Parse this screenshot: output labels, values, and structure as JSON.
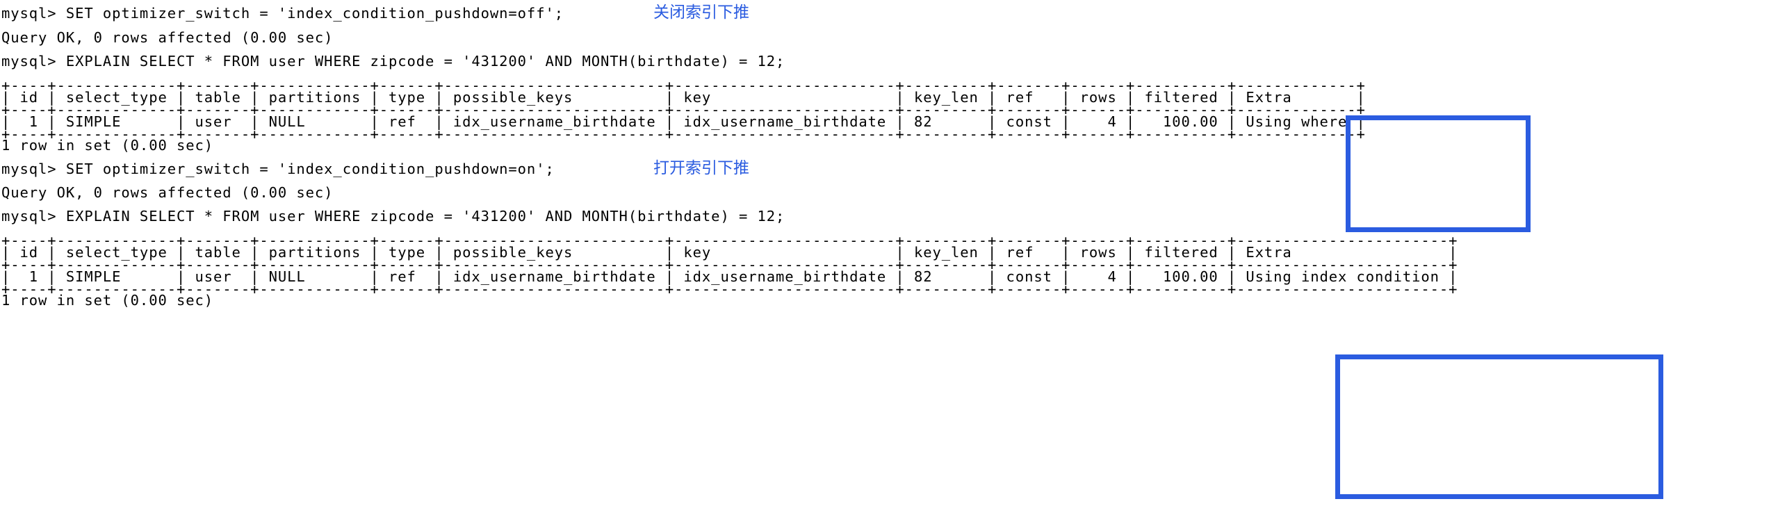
{
  "terminal": {
    "prompt": "mysql>",
    "foreground_color": "#000000",
    "background_color": "#ffffff",
    "session": {
      "block_1": {
        "command": "mysql> SET optimizer_switch = 'index_condition_pushdown=off';",
        "result": "Query OK, 0 rows affected (0.00 sec)",
        "explain_command": "mysql> EXPLAIN SELECT * FROM user WHERE zipcode = '431200' AND MONTH(birthdate) = 12;",
        "footer": "1 row in set (0.00 sec)"
      },
      "block_2": {
        "command": "mysql> SET optimizer_switch = 'index_condition_pushdown=on';",
        "result": "Query OK, 0 rows affected (0.00 sec)",
        "explain_command": "mysql> EXPLAIN SELECT * FROM user WHERE zipcode = '431200' AND MONTH(birthdate) = 12;",
        "footer": "1 row in set (0.00 sec)"
      }
    }
  },
  "explain_table_1": {
    "columns": [
      "id",
      "select_type",
      "table",
      "partitions",
      "type",
      "possible_keys",
      "key",
      "key_len",
      "ref",
      "rows",
      "filtered",
      "Extra"
    ],
    "rows": [
      {
        "id": "1",
        "select_type": "SIMPLE",
        "table": "user",
        "partitions": "NULL",
        "type": "ref",
        "possible_keys": "idx_username_birthdate",
        "key": "idx_username_birthdate",
        "key_len": "82",
        "ref": "const",
        "rows": "4",
        "filtered": "100.00",
        "Extra": "Using where"
      }
    ],
    "ascii": {
      "border": "+----+-------------+-------+------------+------+------------------------+------------------------+---------+-------+------+----------+-------------+",
      "header_row": "| id | select_type | table | partitions | type | possible_keys          | key                    | key_len | ref   | rows | filtered | Extra       |",
      "data_row": "|  1 | SIMPLE      | user  | NULL       | ref  | idx_username_birthdate | idx_username_birthdate | 82      | const |    4 |   100.00 | Using where |"
    }
  },
  "explain_table_2": {
    "columns": [
      "id",
      "select_type",
      "table",
      "partitions",
      "type",
      "possible_keys",
      "key",
      "key_len",
      "ref",
      "rows",
      "filtered",
      "Extra"
    ],
    "rows": [
      {
        "id": "1",
        "select_type": "SIMPLE",
        "table": "user",
        "partitions": "NULL",
        "type": "ref",
        "possible_keys": "idx_username_birthdate",
        "key": "idx_username_birthdate",
        "key_len": "82",
        "ref": "const",
        "rows": "4",
        "filtered": "100.00",
        "Extra": "Using index condition"
      }
    ],
    "ascii": {
      "border": "+----+-------------+-------+------------+------+------------------------+------------------------+---------+-------+------+----------+-----------------------+",
      "header_row": "| id | select_type | table | partitions | type | possible_keys          | key                    | key_len | ref   | rows | filtered | Extra                 |",
      "data_row": "|  1 | SIMPLE      | user  | NULL       | ref  | idx_username_birthdate | idx_username_birthdate | 82      | const |    4 |   100.00 | Using index condition |"
    }
  },
  "annotations": {
    "color": "#2B5CE0",
    "items": [
      {
        "text": "关闭索引下推",
        "meaning": "turn-off-index-condition-pushdown"
      },
      {
        "text": "打开索引下推",
        "meaning": "turn-on-index-condition-pushdown"
      }
    ]
  },
  "highlights": {
    "color": "#2B5CE0",
    "boxes": [
      {
        "target": "extra-column-table-1"
      },
      {
        "target": "extra-column-table-2"
      }
    ]
  }
}
